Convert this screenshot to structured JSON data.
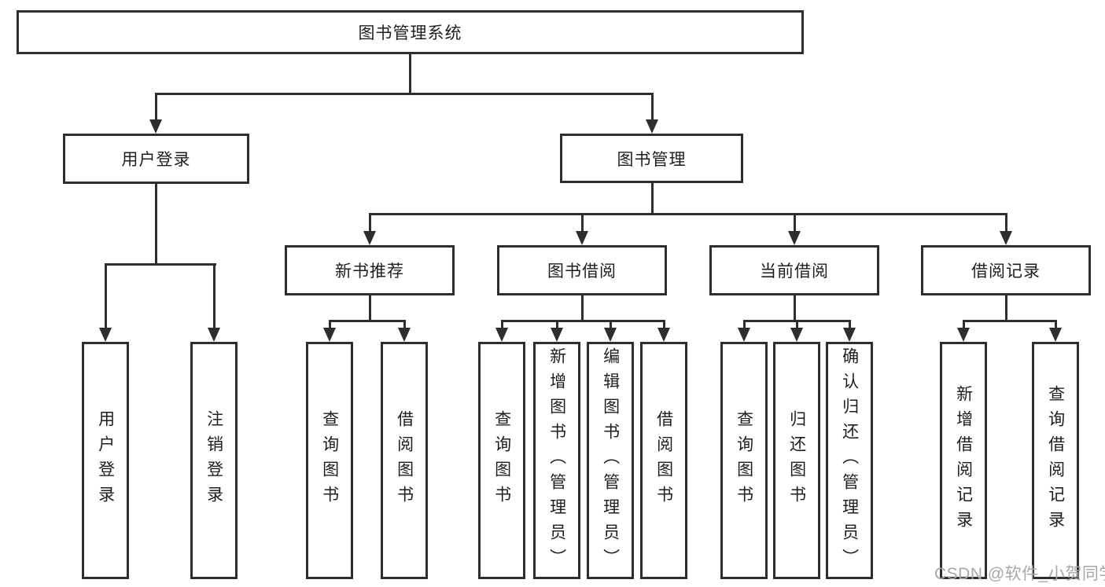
{
  "diagram": {
    "root": {
      "label": "图书管理系统"
    },
    "branches": [
      {
        "label": "用户登录",
        "children": [
          {
            "label": "用户登录"
          },
          {
            "label": "注销登录"
          }
        ]
      },
      {
        "label": "图书管理",
        "children": [
          {
            "label": "新书推荐",
            "children": [
              {
                "label": "查询图书"
              },
              {
                "label": "借阅图书"
              }
            ]
          },
          {
            "label": "图书借阅",
            "children": [
              {
                "label": "查询图书"
              },
              {
                "label": "新增图书（管理员）"
              },
              {
                "label": "编辑图书（管理员）"
              },
              {
                "label": "借阅图书"
              }
            ]
          },
          {
            "label": "当前借阅",
            "children": [
              {
                "label": "查询图书"
              },
              {
                "label": "归还图书"
              },
              {
                "label": "确认归还（管理员）"
              }
            ]
          },
          {
            "label": "借阅记录",
            "children": [
              {
                "label": "新增借阅记录"
              },
              {
                "label": "查询借阅记录"
              }
            ]
          }
        ]
      }
    ]
  },
  "watermark": {
    "text": "CSDN @软件_小贺同学"
  },
  "colors": {
    "line": "#2e2e2e",
    "text": "#1e1e22",
    "watermark": "#a8a8a8",
    "background": "#ffffff"
  }
}
